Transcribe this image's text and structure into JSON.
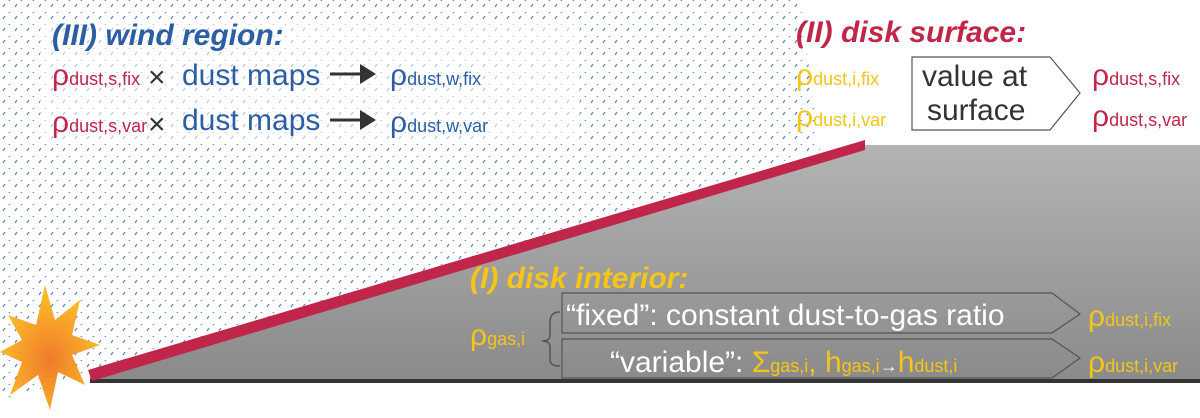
{
  "colors": {
    "wind": "#2b5ea3",
    "surface": "#c0264a",
    "interior": "#f5c518",
    "disk": "#9a9a9a",
    "text_dark": "#333333"
  },
  "wind": {
    "title": "(III) wind region:",
    "rows": [
      {
        "in_sym": "ρ",
        "in_sub": "dust,s,fix",
        "times": "×",
        "maps": "dust maps",
        "out_sym": "ρ",
        "out_sub": "dust,w,fix"
      },
      {
        "in_sym": "ρ",
        "in_sub": "dust,s,var",
        "times": "×",
        "maps": "dust maps",
        "out_sym": "ρ",
        "out_sub": "dust,w,var"
      }
    ]
  },
  "surface": {
    "title": "(II) disk surface:",
    "inputs": [
      {
        "sym": "ρ",
        "sub": "dust,i,fix"
      },
      {
        "sym": "ρ",
        "sub": "dust,i,var"
      }
    ],
    "box_line1": "value at",
    "box_line2": "surface",
    "outputs": [
      {
        "sym": "ρ",
        "sub": "dust,s,fix"
      },
      {
        "sym": "ρ",
        "sub": "dust,s,var"
      }
    ]
  },
  "interior": {
    "title": "(I) disk interior:",
    "gas_sym": "ρ",
    "gas_sub": "gas,i",
    "fixed_label": "“fixed”: constant dust-to-gas ratio",
    "variable_prefix": "“variable”: ",
    "sigma": "Σ",
    "sigma_sub": "gas,i",
    "comma": ", ",
    "h": "h",
    "h_sub": "gas,i",
    "arrow": "→",
    "h2": "h",
    "h2_sub": "dust,i",
    "out_fix_sym": "ρ",
    "out_fix_sub": "dust,i,fix",
    "out_var_sym": "ρ",
    "out_var_sub": "dust,i,var"
  }
}
